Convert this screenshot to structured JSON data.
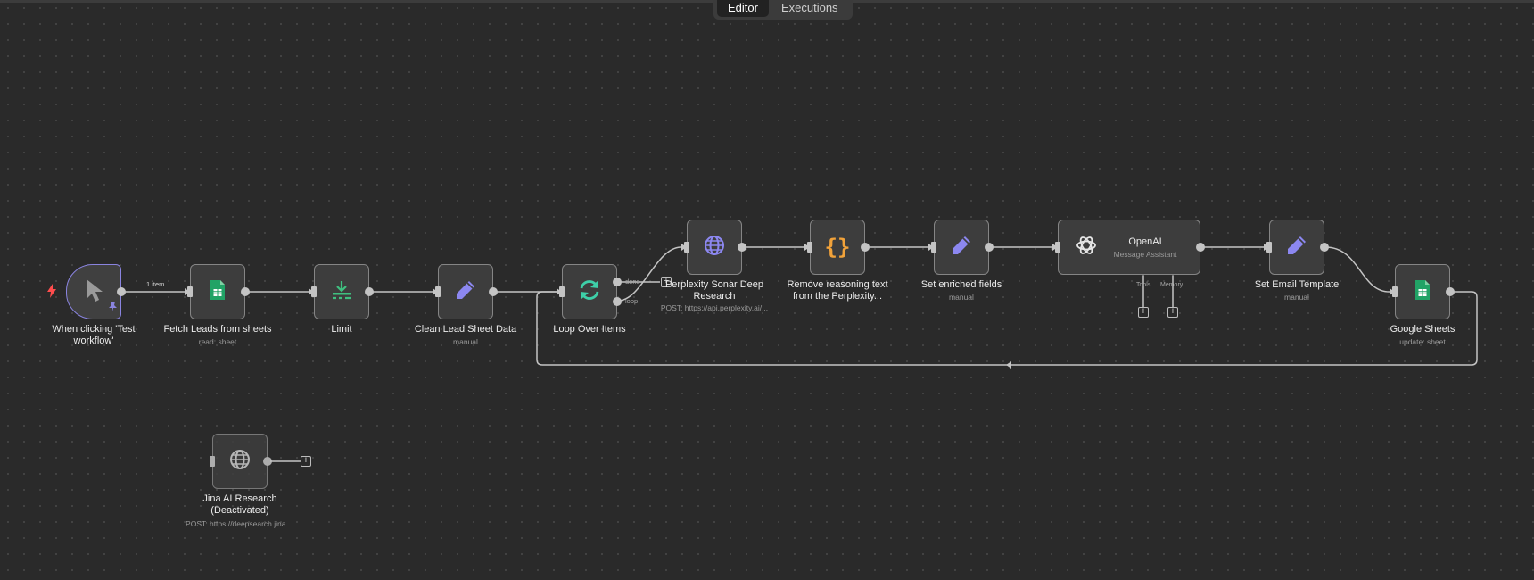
{
  "tabs": {
    "editor": "Editor",
    "executions": "Executions"
  },
  "edges": {
    "trigger_out_label": "1 item",
    "loop_done": "done",
    "loop_loop": "loop"
  },
  "nodes": {
    "trigger": {
      "label": "When clicking 'Test workflow'"
    },
    "fetch": {
      "label": "Fetch Leads from sheets",
      "sub": "read: sheet"
    },
    "limit": {
      "label": "Limit"
    },
    "clean": {
      "label": "Clean Lead Sheet Data",
      "sub": "manual"
    },
    "loop": {
      "label": "Loop Over Items"
    },
    "perplexity": {
      "label": "Perplexity Sonar Deep Research",
      "sub": "POST: https://api.perplexity.ai/..."
    },
    "remove": {
      "label": "Remove reasoning text from the Perplexity...",
      "code_glyph": "{}"
    },
    "enriched": {
      "label": "Set enriched fields",
      "sub": "manual"
    },
    "openai": {
      "title": "OpenAI",
      "sub": "Message Assistant",
      "tools": "Tools",
      "memory": "Memory"
    },
    "email_tpl": {
      "label": "Set Email Template",
      "sub": "manual"
    },
    "gsheets": {
      "label": "Google Sheets",
      "sub": "update: sheet"
    },
    "jina": {
      "label": "Jina AI Research (Deactivated)",
      "sub": "POST: https://deepsearch.jina...."
    }
  },
  "colors": {
    "canvas": "#2a2a2a",
    "node_fill": "#3d3d3d",
    "node_border": "#858585",
    "trigger_border": "#8a84e0",
    "edge": "#c4c4c4",
    "sheets_green": "#21a366",
    "pencil_purple": "#8c87f0",
    "code_orange": "#f1a23a",
    "loop_teal": "#3ecfa8",
    "globe_purple": "#8c87f0",
    "bolt_red": "#ff4d4d"
  },
  "icons": {
    "trigger": "cursor-icon",
    "fetch": "google-sheets-icon",
    "limit": "limit-icon",
    "clean": "pencil-icon",
    "loop": "loop-icon",
    "perplexity": "globe-icon",
    "remove": "code-braces-icon",
    "enriched": "pencil-icon",
    "openai": "openai-icon",
    "email_tpl": "pencil-icon",
    "gsheets": "google-sheets-icon",
    "jina": "globe-icon"
  }
}
